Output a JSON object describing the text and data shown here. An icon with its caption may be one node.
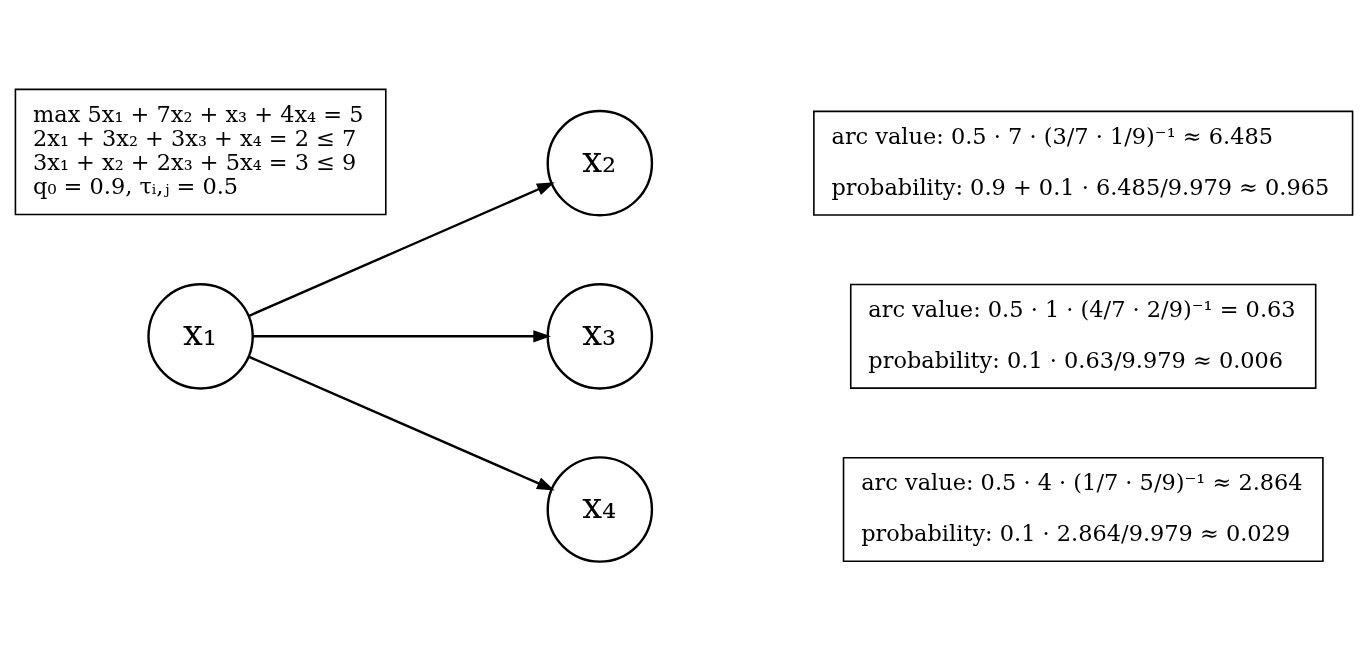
{
  "diagram": {
    "nodes": [
      {
        "text": [
          "max 5x₁ + 7x₂ + x₃ + 4x₄ = 5",
          "2x₁ + 3x₂ + 3x₃ + x₄ = 2 ≤ 7",
          "3x₁ + x₂ + 2x₃ + 5x₄ = 3 ≤ 9",
          "q₀ = 0.9, τᵢ,ⱼ = 0.5"
        ]
      },
      {
        "text": [
          "x₁"
        ]
      },
      {
        "text": [
          "x₂"
        ]
      },
      {
        "text": [
          "x₃"
        ]
      },
      {
        "text": [
          "x₄"
        ]
      },
      {
        "text": [
          "arc value: 0.5 · 7 · (3/7 · 1/9)⁻¹ ≈ 6.485",
          "probability: 0.9 + 0.1 · 6.485/9.979 ≈ 0.965"
        ]
      },
      {
        "text": [
          "arc value: 0.5 · 1 · (4/7 · 2/9)⁻¹ = 0.63",
          "probability: 0.1 · 0.63/9.979 ≈ 0.006"
        ]
      },
      {
        "text": [
          "arc value: 0.5 · 4 · (1/7 · 5/9)⁻¹ ≈ 2.864",
          "probability: 0.1 · 2.864/9.979 ≈ 0.029"
        ]
      }
    ],
    "edges": [
      {
        "from": 1,
        "to": 2,
        "arrow": "to"
      },
      {
        "from": 1,
        "to": 3,
        "arrow": "to"
      },
      {
        "from": 1,
        "to": 4,
        "arrow": "to"
      }
    ]
  }
}
